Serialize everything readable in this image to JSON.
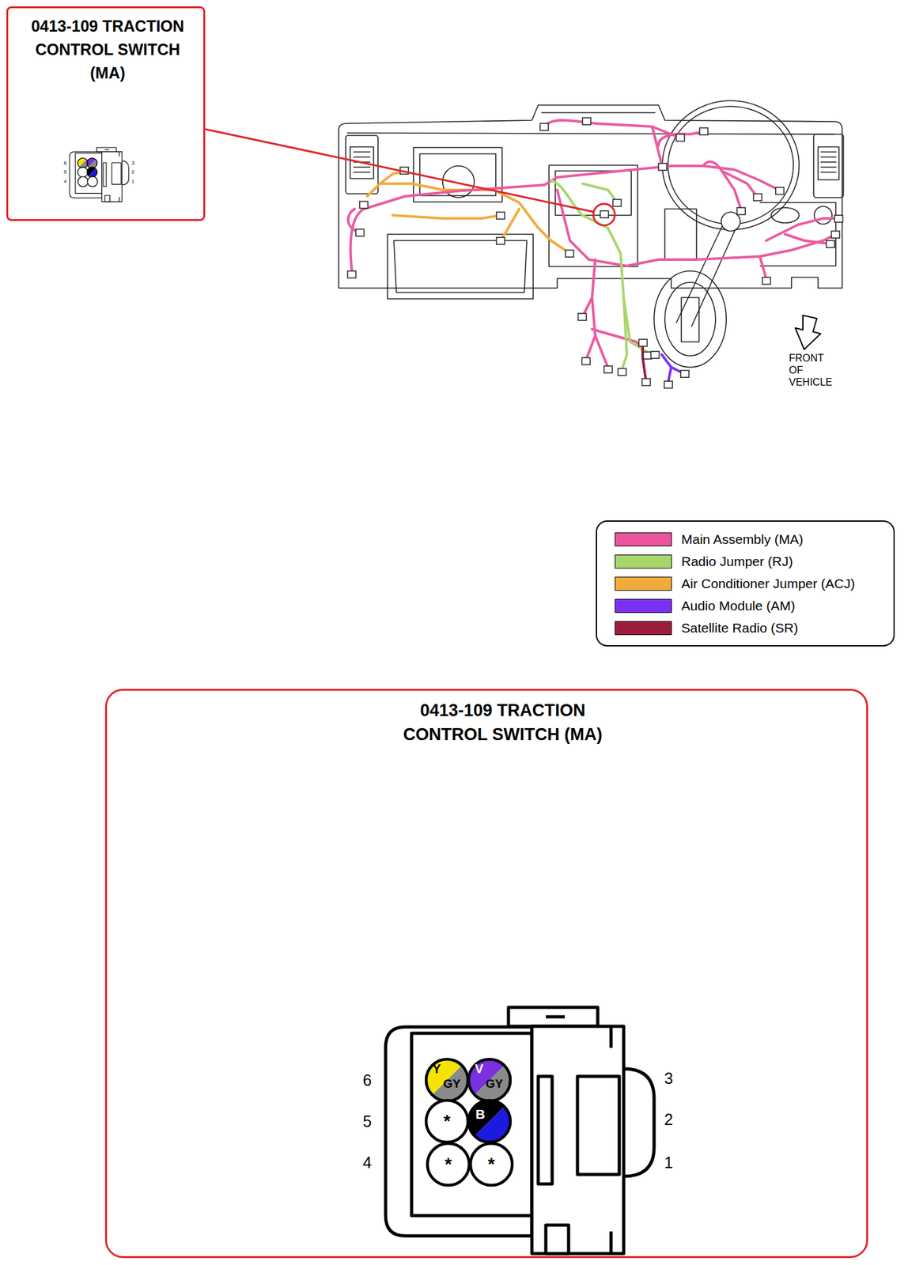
{
  "diagram": {
    "nodes": [
      {
        "text": [
          "0413-109 TRACTION CONTROL SWITCH (MA)"
        ]
      },
      {
        "text": [
          "0413-109 TRACTION CONTROL SWITCH (MA)"
        ]
      },
      {
        "text": [
          "Y",
          "GY"
        ],
        "in": 1
      },
      {
        "text": [
          "V",
          "GY"
        ],
        "in": 1
      },
      {
        "text": [
          "*"
        ],
        "in": 1
      },
      {
        "text": [
          "B"
        ],
        "in": 1
      },
      {
        "text": [
          "*"
        ],
        "in": 1
      },
      {
        "text": [
          "*"
        ],
        "in": 1
      }
    ],
    "labels": [
      "6",
      "5",
      "4",
      "3",
      "2",
      "1",
      "FRONT OF VEHICLE",
      "6",
      "5",
      "4",
      "3",
      "2",
      "1"
    ],
    "legend": [
      {
        "text": "Main Assembly (MA)",
        "color": "#e9559a"
      },
      {
        "text": "Radio Jumper (RJ)",
        "color": "#a8d66c"
      },
      {
        "text": "Air Conditioner Jumper (ACJ)",
        "color": "#f0ab3b"
      },
      {
        "text": "Audio Module (AM)",
        "color": "#7b30f5"
      },
      {
        "text": "Satellite Radio (SR)",
        "color": "#9b1c3c"
      }
    ]
  }
}
